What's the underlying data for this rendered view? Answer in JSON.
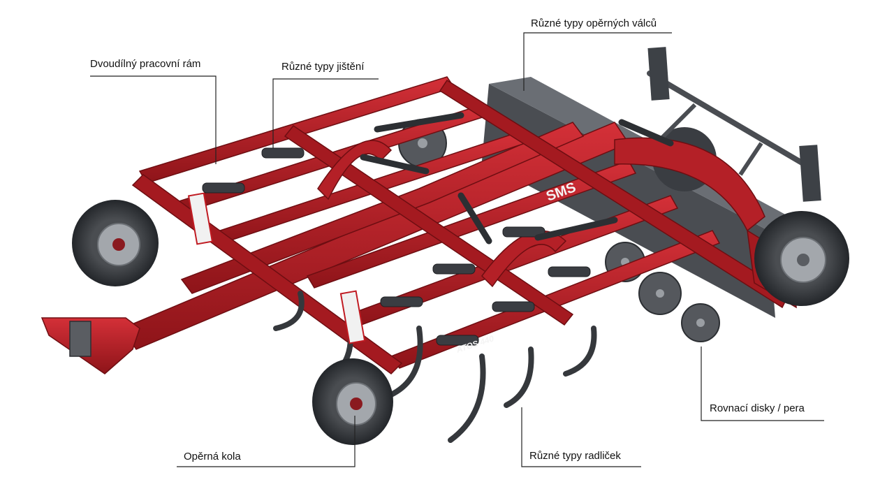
{
  "labels": {
    "frame": "Dvoudílný pracovní rám",
    "protection": "Různé typy jištění",
    "rollers": "Různé typy opěrných válců",
    "discs": "Rovnací disky / pera",
    "wheels": "Opěrná kola",
    "shares": "Různé typy radliček"
  },
  "machine": {
    "brand": "SMS",
    "model": "ATOS 440"
  },
  "colors": {
    "frame_red": "#b01c22",
    "frame_dark": "#7d1015",
    "steel": "#3c3f44",
    "tire": "#2e3134",
    "rim": "#9a9ea3",
    "leader_line": "#222222"
  }
}
